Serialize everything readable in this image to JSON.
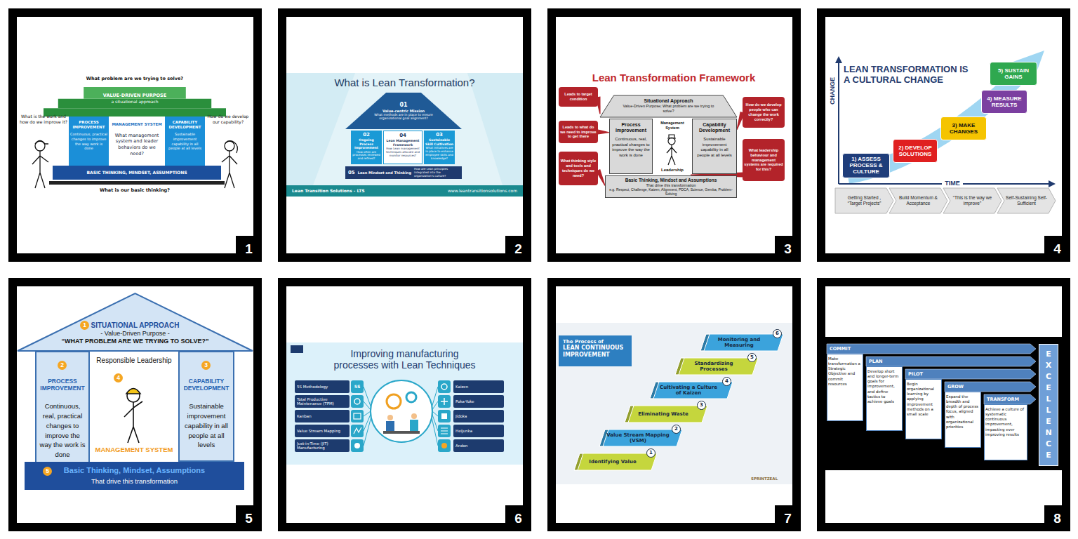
{
  "diagram": {
    "nodes": [
      {
        "text": [
          "VALUE-DRIVEN PURPOSE",
          "a situational approach"
        ]
      },
      {
        "text": [
          "PROCESS IMPROVEMENT",
          "Continuous, practical changes to improve the way work is done"
        ]
      },
      {
        "text": [
          "MANAGEMENT SYSTEM",
          "What management system and leader behaviors do we need?"
        ]
      },
      {
        "text": [
          "CAPABILITY DEVELOPMENT",
          "Sustainable improvement capability in all people at all levels"
        ]
      },
      {
        "text": [
          "BASIC THINKING, MINDSET, ASSUMPTIONS"
        ]
      },
      {
        "text": [
          "01",
          "Value-centric Mission",
          "What methods are in place to ensure organizational goal alignment?"
        ]
      },
      {
        "text": [
          "02",
          "Ongoing Process Improvement",
          "How often are processes reviewed and refined?"
        ]
      },
      {
        "text": [
          "04",
          "Lean Management Framework",
          "How Lean management techniques allocate and monitor resources?"
        ]
      },
      {
        "text": [
          "03",
          "Sustainable Skill Cultivation",
          "What initiatives are in place to enhance employee skills and knowledge?"
        ]
      },
      {
        "text": [
          "05",
          "Lean Mindset and Thinking",
          "How are Lean principles integrated into the organization's culture?"
        ]
      },
      {
        "text": [
          "Lean Transition Solutions - LTS",
          "www.leantransitionsolutions.com"
        ]
      },
      {
        "text": [
          "Situational Approach",
          "Value-Driven Purpose; What problem are we trying to solve?"
        ]
      },
      {
        "text": [
          "Process Improvement",
          "Continuous, real, practical changes to improve the way the work is done"
        ]
      },
      {
        "text": [
          "Management System",
          "Leadership"
        ]
      },
      {
        "text": [
          "Capability Development",
          "Sustainable improvement capability in all people at all levels"
        ]
      },
      {
        "text": [
          "Basic Thinking, Mindset and Assumptions",
          "That drive this transformation",
          "e.g. Respect, Challenge, Kaizen, Alignment, PDCA, Science, Gemba, Problem-Solving"
        ]
      },
      {
        "text": [
          "Leads to target condition"
        ]
      },
      {
        "text": [
          "Leads to what do we need to improve to get there"
        ]
      },
      {
        "text": [
          "What thinking style and tools and techniques do we need?"
        ]
      },
      {
        "text": [
          "How do we develop people who can change the work correctly?"
        ]
      },
      {
        "text": [
          "What leadership behaviour and management systems are required for this?"
        ]
      },
      {
        "text": [
          "1) ASSESS PROCESS & CULTURE"
        ]
      },
      {
        "text": [
          "2) DEVELOP SOLUTIONS"
        ]
      },
      {
        "text": [
          "3) MAKE CHANGES"
        ]
      },
      {
        "text": [
          "4) MEASURE RESULTS"
        ]
      },
      {
        "text": [
          "5) SUSTAIN GAINS"
        ]
      },
      {
        "text": [
          "Getting Started , “Target Projects”"
        ]
      },
      {
        "text": [
          "Build Momentum & Acceptance"
        ]
      },
      {
        "text": [
          "“This is the way we improve”"
        ]
      },
      {
        "text": [
          "Self-Sustaining Self-Sufficient"
        ]
      },
      {
        "text": [
          "SITUATIONAL APPROACH",
          "- Value-Driven Purpose -",
          "“WHAT PROBLEM ARE WE TRYING TO SOLVE?”"
        ]
      },
      {
        "text": [
          "1"
        ],
        "in": 30
      },
      {
        "text": [
          "PROCESS IMPROVEMENT",
          "Continuous, real, practical changes to improve the way the work is done"
        ]
      },
      {
        "text": [
          "2"
        ],
        "in": 32
      },
      {
        "text": [
          "Responsible Leadership",
          "MANAGEMENT SYSTEM"
        ]
      },
      {
        "text": [
          "4"
        ],
        "in": 34
      },
      {
        "text": [
          "CAPABILITY DEVELOPMENT",
          "Sustainable improvement capability in all people at all levels"
        ]
      },
      {
        "text": [
          "3"
        ],
        "in": 36
      },
      {
        "text": [
          "Basic Thinking, Mindset, Assumptions",
          "That drive this transformation"
        ]
      },
      {
        "text": [
          "5"
        ],
        "in": 38
      },
      {
        "text": [
          "5S Methodology"
        ]
      },
      {
        "text": [
          "Total Productive Maintenance (TPM)"
        ]
      },
      {
        "text": [
          "Kanban"
        ]
      },
      {
        "text": [
          "Value Stream Mapping"
        ]
      },
      {
        "text": [
          "Just-in-Time (JIT) Manufacturing"
        ]
      },
      {
        "text": [
          "Kaizen"
        ]
      },
      {
        "text": [
          "Poka-Yoke"
        ]
      },
      {
        "text": [
          "Jidoka"
        ]
      },
      {
        "text": [
          "Heijunka"
        ]
      },
      {
        "text": [
          "Andon"
        ]
      },
      {
        "text": [
          "The Process of",
          "LEAN CONTINUOUS IMPROVEMENT"
        ]
      },
      {
        "text": [
          "Identifying Value"
        ]
      },
      {
        "text": [
          "1"
        ],
        "in": 51
      },
      {
        "text": [
          "Value Stream Mapping (VSM)"
        ]
      },
      {
        "text": [
          "2"
        ],
        "in": 53
      },
      {
        "text": [
          "Eliminating Waste"
        ]
      },
      {
        "text": [
          "3"
        ],
        "in": 55
      },
      {
        "text": [
          "Cultivating a Culture of Kaizen"
        ]
      },
      {
        "text": [
          "4"
        ],
        "in": 57
      },
      {
        "text": [
          "Standardizing Processes"
        ]
      },
      {
        "text": [
          "5"
        ],
        "in": 59
      },
      {
        "text": [
          "Monitoring and Measuring"
        ]
      },
      {
        "text": [
          "6"
        ],
        "in": 61
      },
      {
        "text": [
          "COMMIT"
        ]
      },
      {
        "text": [
          "Make transformation a Strategic Objective and commit resources"
        ]
      },
      {
        "text": [
          "PLAN"
        ]
      },
      {
        "text": [
          "Develop short and longer-term goals for improvement, and define tactics to achieve goals"
        ]
      },
      {
        "text": [
          "PILOT"
        ]
      },
      {
        "text": [
          "Begin organizational learning by applying improvement methods on a small scale"
        ]
      },
      {
        "text": [
          "GROW"
        ]
      },
      {
        "text": [
          "Expand the breadth and depth of process focus, aligned with organizational priorities"
        ]
      },
      {
        "text": [
          "TRANSFORM"
        ]
      },
      {
        "text": [
          "Achieve a culture of systematic continuous improvement, impacting ever improving results"
        ]
      },
      {
        "text": [
          "EXCELLENCE"
        ]
      }
    ],
    "edges": [
      {
        "from": 16,
        "to": 11,
        "arrow": "none"
      },
      {
        "from": 17,
        "to": 12,
        "arrow": "none"
      },
      {
        "from": 18,
        "to": 15,
        "arrow": "none"
      },
      {
        "from": 19,
        "to": 14,
        "arrow": "none"
      },
      {
        "from": 20,
        "to": 13,
        "arrow": "none"
      }
    ],
    "labels": [
      "What problem are we trying to solve?",
      "What is the work and how do we improve it?",
      "How do we develop our capability?",
      "What is our basic thinking?",
      "1",
      "What is Lean Transformation?",
      "2",
      "Lean Transformation Framework",
      "3",
      "LEAN TRANSFORMATION IS A CULTURAL CHANGE",
      "CHANGE",
      "TIME",
      "4",
      "5",
      "Improving manufacturing processes with Lean Techniques",
      "5S",
      "6",
      "SPRINTZEAL",
      "7",
      "8"
    ]
  }
}
